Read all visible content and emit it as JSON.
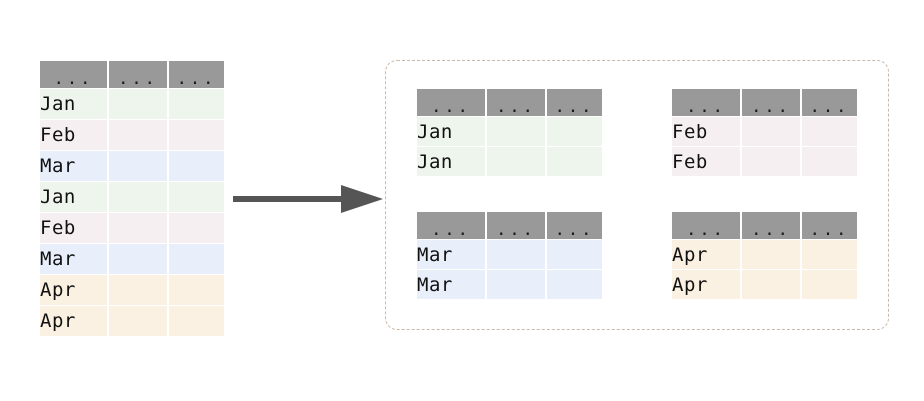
{
  "diagram": {
    "title": "table-split-by-group",
    "colors": {
      "header_gray": "#999999",
      "arrow_gray": "#555555",
      "dashed_border": "#cbb9a8",
      "jan_tint": "#eef5ec",
      "feb_tint": "#f5eff1",
      "mar_tint": "#e8eefa",
      "apr_tint": "#fbf1e2"
    }
  },
  "source_table": {
    "name": "source-table",
    "headers": [
      "...",
      "...",
      "..."
    ],
    "column_count": 3,
    "rows": [
      {
        "label": "Jan",
        "group": "jan",
        "cells": [
          "Jan",
          "",
          ""
        ]
      },
      {
        "label": "Feb",
        "group": "feb",
        "cells": [
          "Feb",
          "",
          ""
        ]
      },
      {
        "label": "Mar",
        "group": "mar",
        "cells": [
          "Mar",
          "",
          ""
        ]
      },
      {
        "label": "Jan",
        "group": "jan",
        "cells": [
          "Jan",
          "",
          ""
        ]
      },
      {
        "label": "Feb",
        "group": "feb",
        "cells": [
          "Feb",
          "",
          ""
        ]
      },
      {
        "label": "Mar",
        "group": "mar",
        "cells": [
          "Mar",
          "",
          ""
        ]
      },
      {
        "label": "Apr",
        "group": "apr",
        "cells": [
          "Apr",
          "",
          ""
        ]
      },
      {
        "label": "Apr",
        "group": "apr",
        "cells": [
          "Apr",
          "",
          ""
        ]
      }
    ]
  },
  "arrow": {
    "name": "split-arrow",
    "direction": "right",
    "label": ""
  },
  "group_container": {
    "name": "group-container",
    "border_style": "dashed",
    "tables": [
      {
        "name": "group-table-jan",
        "group": "jan",
        "headers": [
          "...",
          "...",
          "..."
        ],
        "rows": [
          {
            "label": "Jan",
            "cells": [
              "Jan",
              "",
              ""
            ]
          },
          {
            "label": "Jan",
            "cells": [
              "Jan",
              "",
              ""
            ]
          }
        ]
      },
      {
        "name": "group-table-feb",
        "group": "feb",
        "headers": [
          "...",
          "...",
          "..."
        ],
        "rows": [
          {
            "label": "Feb",
            "cells": [
              "Feb",
              "",
              ""
            ]
          },
          {
            "label": "Feb",
            "cells": [
              "Feb",
              "",
              ""
            ]
          }
        ]
      },
      {
        "name": "group-table-mar",
        "group": "mar",
        "headers": [
          "...",
          "...",
          "..."
        ],
        "rows": [
          {
            "label": "Mar",
            "cells": [
              "Mar",
              "",
              ""
            ]
          },
          {
            "label": "Mar",
            "cells": [
              "Mar",
              "",
              ""
            ]
          }
        ]
      },
      {
        "name": "group-table-apr",
        "group": "apr",
        "headers": [
          "...",
          "...",
          "..."
        ],
        "rows": [
          {
            "label": "Apr",
            "cells": [
              "Apr",
              "",
              ""
            ]
          },
          {
            "label": "Apr",
            "cells": [
              "Apr",
              "",
              ""
            ]
          }
        ]
      }
    ]
  }
}
